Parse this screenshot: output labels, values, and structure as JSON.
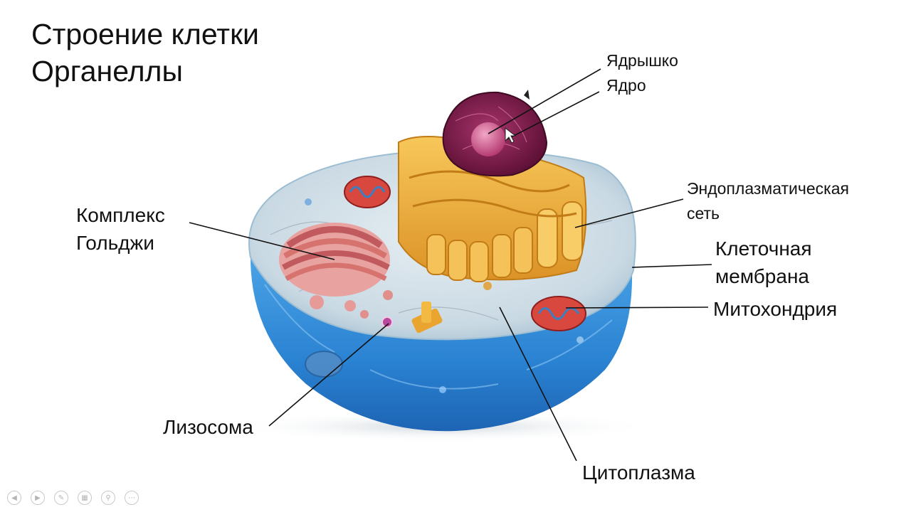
{
  "title": {
    "line1": "Строение клетки",
    "line2": "Органеллы"
  },
  "labels": {
    "nucleolus": "Ядрышко",
    "nucleus": "Ядро",
    "er_line1": "Эндоплазматическая",
    "er_line2": "сеть",
    "golgi_line1": "Комплекс",
    "golgi_line2": "Гольджи",
    "membrane_line1": "Клеточная",
    "membrane_line2": "мембрана",
    "mitochondria": "Митохондрия",
    "lysosome": "Лизосома",
    "cytoplasm": "Цитоплазма"
  },
  "toolbar": {
    "icons": [
      "prev-icon",
      "next-icon",
      "pen-icon",
      "slides-icon",
      "zoom-icon",
      "more-icon"
    ]
  }
}
